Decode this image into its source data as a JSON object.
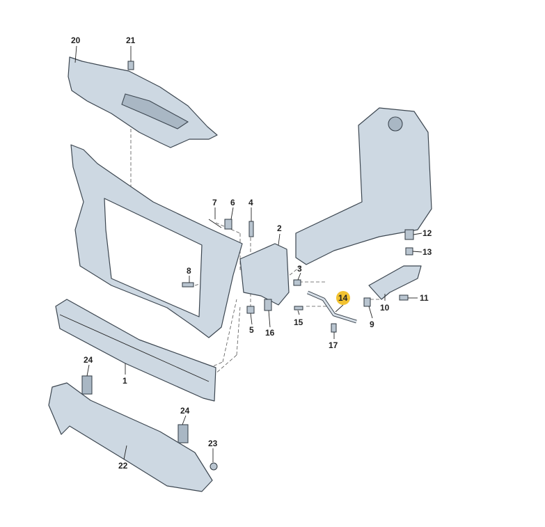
{
  "diagram": {
    "highlight_color": "#f2c230",
    "labels": {
      "p1": "1",
      "p2": "2",
      "p3": "3",
      "p4": "4",
      "p5": "5",
      "p6": "6",
      "p7": "7",
      "p8": "8",
      "p9": "9",
      "p10": "10",
      "p11": "11",
      "p12": "12",
      "p13": "13",
      "p14": "14",
      "p15": "15",
      "p16": "16",
      "p17": "17",
      "p20": "20",
      "p21": "21",
      "p22": "22",
      "p23": "23",
      "p24a": "24",
      "p24b": "24"
    },
    "highlighted_part": "14"
  }
}
